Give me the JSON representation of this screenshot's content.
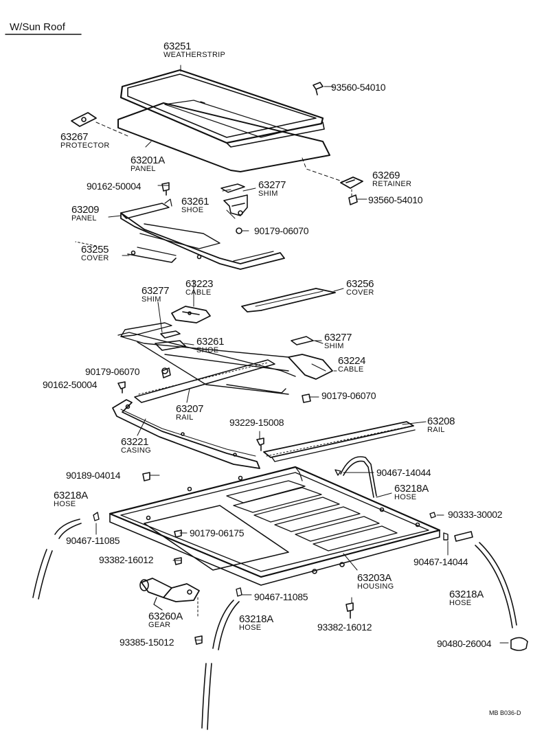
{
  "title": "W/Sun Roof",
  "doc_code": "MB  B036-D",
  "parts": {
    "p63251": {
      "number": "63251",
      "name": "WEATHERSTRIP"
    },
    "p63267": {
      "number": "63267",
      "name": "PROTECTOR"
    },
    "p63201A": {
      "number": "63201A",
      "name": "PANEL"
    },
    "p63269": {
      "number": "63269",
      "name": "RETAINER"
    },
    "p63277a": {
      "number": "63277",
      "name": "SHIM"
    },
    "p63261a": {
      "number": "63261",
      "name": "SHOE"
    },
    "p63209": {
      "number": "63209",
      "name": "PANEL"
    },
    "p63255": {
      "number": "63255",
      "name": "COVER"
    },
    "p63277b": {
      "number": "63277",
      "name": "SHIM"
    },
    "p63223": {
      "number": "63223",
      "name": "CABLE"
    },
    "p63256": {
      "number": "63256",
      "name": "COVER"
    },
    "p63261b": {
      "number": "63261",
      "name": "SHOE"
    },
    "p63277c": {
      "number": "63277",
      "name": "SHIM"
    },
    "p63224": {
      "number": "63224",
      "name": "CABLE"
    },
    "p63207": {
      "number": "63207",
      "name": "RAIL"
    },
    "p63208": {
      "number": "63208",
      "name": "RAIL"
    },
    "p63221": {
      "number": "63221",
      "name": "CASING"
    },
    "p63218A_a": {
      "number": "63218A",
      "name": "HOSE"
    },
    "p63218A_b": {
      "number": "63218A",
      "name": "HOSE"
    },
    "p63203A": {
      "number": "63203A",
      "name": "HOUSING"
    },
    "p63218A_c": {
      "number": "63218A",
      "name": "HOSE"
    },
    "p63260A": {
      "number": "63260A",
      "name": "GEAR"
    },
    "p63218A_d": {
      "number": "63218A",
      "name": "HOSE"
    }
  },
  "fasteners": {
    "f1": "93560-54010",
    "f2": "90162-50004",
    "f3": "93560-54010",
    "f4": "90179-06070",
    "f5": "90179-06070",
    "f6": "90162-50004",
    "f7": "90179-06070",
    "f8": "93229-15008",
    "f9": "90189-04014",
    "f10": "90467-14044",
    "f11": "90333-30002",
    "f12": "90467-11085",
    "f13": "90179-06175",
    "f14": "93382-16012",
    "f15": "90467-14044",
    "f16": "90467-11085",
    "f17": "93382-16012",
    "f18": "93385-15012",
    "f19": "90480-26004"
  }
}
